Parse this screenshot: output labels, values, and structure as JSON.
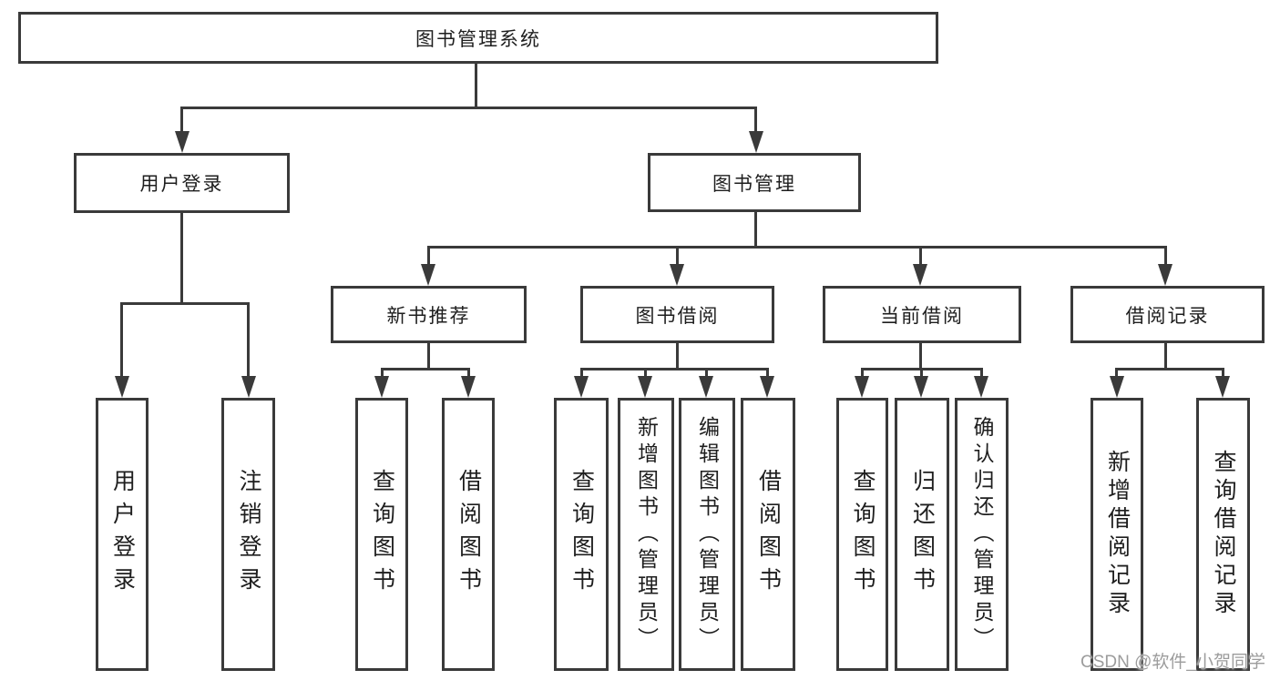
{
  "diagram": {
    "root": {
      "label": "图书管理系统"
    },
    "level2": [
      {
        "label": "用户登录"
      },
      {
        "label": "图书管理"
      }
    ],
    "level3": [
      {
        "label": "新书推荐"
      },
      {
        "label": "图书借阅"
      },
      {
        "label": "当前借阅"
      },
      {
        "label": "借阅记录"
      }
    ],
    "leaves": {
      "user_login": [
        {
          "label": "用户登录"
        },
        {
          "label": "注销登录"
        }
      ],
      "new_book_rec": [
        {
          "label": "查询图书"
        },
        {
          "label": "借阅图书"
        }
      ],
      "book_borrow": [
        {
          "label": "查询图书"
        },
        {
          "label": "新增图书（管理员）"
        },
        {
          "label": "编辑图书（管理员）"
        },
        {
          "label": "借阅图书"
        }
      ],
      "current_borrow": [
        {
          "label": "查询图书"
        },
        {
          "label": "归还图书"
        },
        {
          "label": "确认归还（管理员）"
        }
      ],
      "borrow_records": [
        {
          "label": "新增借阅记录"
        },
        {
          "label": "查询借阅记录"
        }
      ]
    },
    "colors": {
      "line": "#3a3a3a",
      "text": "#1e1e1e",
      "background": "#ffffff",
      "watermark": "#9c9c9c"
    },
    "watermark": {
      "text": "CSDN @软件_小贺同学"
    }
  }
}
